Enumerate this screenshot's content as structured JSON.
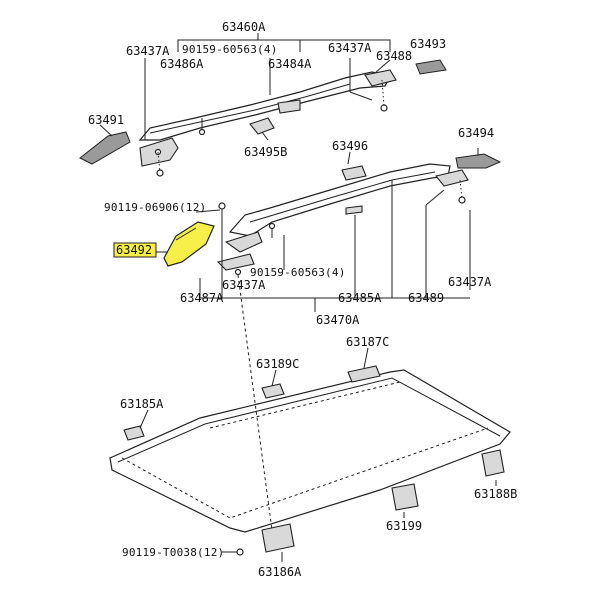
{
  "labels": {
    "p63460A": "63460A",
    "p63437A_1": "63437A",
    "p90159_60563_top": "90159-60563(4)",
    "p63437A_2": "63437A",
    "p63493": "63493",
    "p63486A": "63486A",
    "p63484A": "63484A",
    "p63488": "63488",
    "p63491": "63491",
    "p63494": "63494",
    "p63495B": "63495B",
    "p63496": "63496",
    "p90119_06906": "90119-06906(12)",
    "p63492": "63492",
    "p90159_60563_mid": "90159-60563(4)",
    "p63437A_3": "63437A",
    "p63487A": "63487A",
    "p63485A": "63485A",
    "p63489": "63489",
    "p63437A_4": "63437A",
    "p63470A": "63470A",
    "p63189C": "63189C",
    "p63187C": "63187C",
    "p63185A": "63185A",
    "p63188B": "63188B",
    "p63199": "63199",
    "p90119_T0038": "90119-T0038(12)",
    "p63186A": "63186A"
  },
  "highlight": {
    "part": "p63492",
    "color": "#f6ef4a"
  }
}
